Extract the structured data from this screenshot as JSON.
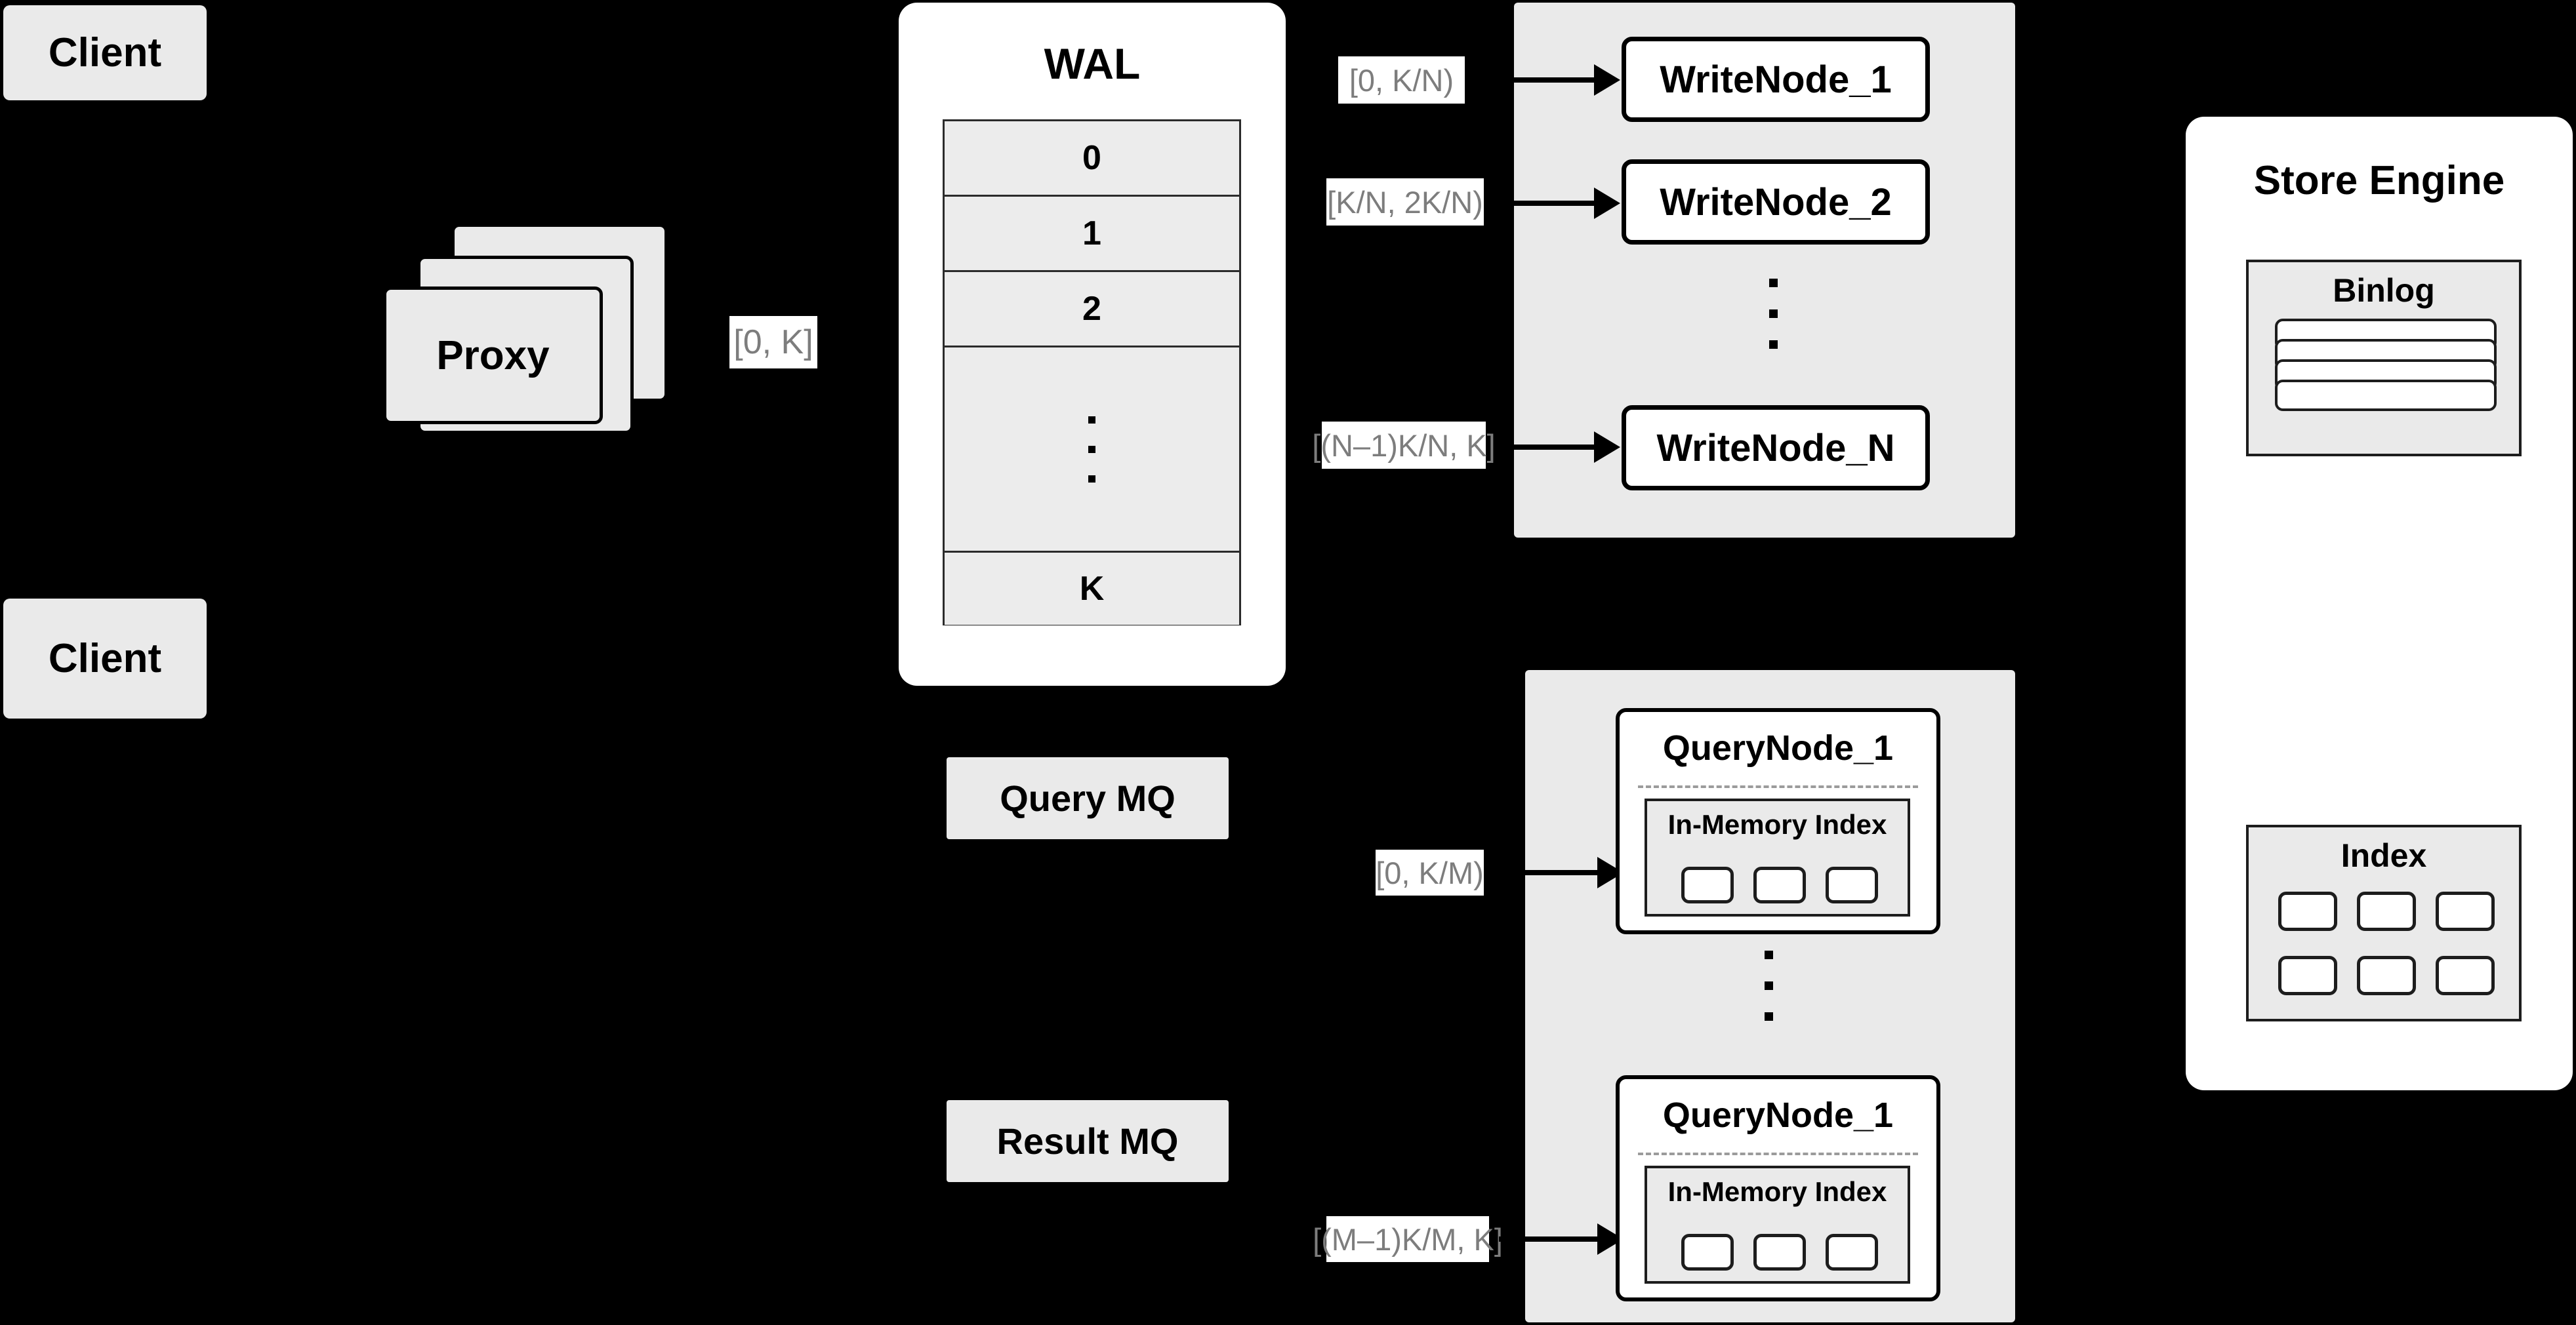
{
  "diagram": {
    "title": "Distributed vector database write/query architecture",
    "colors": {
      "background": "#000000",
      "node_fill": "#eaeaea",
      "panel_fill": "#ffffff",
      "stroke": "#000000",
      "label_text": "#7d7d7d"
    }
  },
  "clients": [
    {
      "label": "Client"
    },
    {
      "label": "Client"
    }
  ],
  "proxy": {
    "label": "Proxy",
    "stack_count": 3
  },
  "wal": {
    "title": "WAL",
    "rows": [
      "0",
      "1",
      "2",
      "⋮",
      "K"
    ],
    "ellipsis_row_index": 3
  },
  "queues": [
    {
      "label": "Query MQ"
    },
    {
      "label": "Result MQ"
    }
  ],
  "write_cluster": {
    "nodes": [
      {
        "label": "WriteNode_1",
        "range": "[0,  K/N)"
      },
      {
        "label": "WriteNode_2",
        "range": "[K/N, 2K/N)"
      },
      {
        "label": "WriteNode_N",
        "range": "[(N–1)K/N,  K]"
      }
    ],
    "ellipsis": "⋮"
  },
  "query_cluster": {
    "nodes": [
      {
        "label": "QueryNode_1",
        "range": "[0, K/M)",
        "index": {
          "title": "In-Memory Index",
          "chip_count": 3
        }
      },
      {
        "label": "QueryNode_1",
        "range": "[(M–1)K/M, K]",
        "index": {
          "title": "In-Memory Index",
          "chip_count": 3
        }
      }
    ],
    "ellipsis": "⋮"
  },
  "store_engine": {
    "title": "Store Engine",
    "binlog": {
      "title": "Binlog",
      "row_count": 4
    },
    "index": {
      "title": "Index",
      "chip_count": 6,
      "rows": 2,
      "cols": 3
    }
  },
  "proxy_range_label": "[0, K]"
}
